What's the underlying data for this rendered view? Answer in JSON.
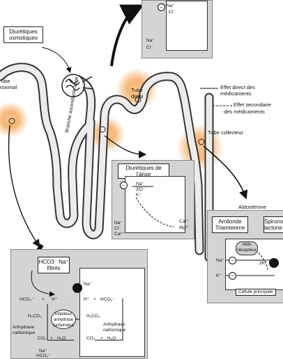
{
  "labels": {
    "osmotic": "Diurétiques osmotiques",
    "tube_left_1": "ube",
    "tube_left_2": "roximal",
    "tube_distal_1": "Tube",
    "tube_distal_2": "distal",
    "branche": "Branche ascendante large",
    "effet_direct_1": "Effet direct des",
    "effet_direct_2": "médicaments",
    "effet_second_1": "Effet secondaire",
    "effet_second_2": "des médicaments",
    "tube_collecteur": "Tube collecteur",
    "aldosterone": "Aldostérone",
    "amiloride_1": "Amiloride",
    "amiloride_2": "Triamterene",
    "spirono_1": "Spirono",
    "spirono_2": "lactone",
    "aldo_recepteur_1": "Aldo",
    "aldo_recepteur_2": "récepteur",
    "cellule_principale": "Cellule principale",
    "diuretiques_anse": "Diurétiques de l'anse",
    "hco3_filtres": "HCO3⁻  Na⁺",
    "filtres": "filtrés",
    "inhibiteur_1": "Inhibiteur",
    "inhibiteur_2": "anhydrase",
    "inhibiteur_3": "carbonique",
    "anhydrase_1": "Anhydrase",
    "anhydrase_2": "carbonique"
  },
  "ions": {
    "na": "Na⁺",
    "cl": "Cl⁻",
    "k": "K⁺",
    "two_cl": "2Cl⁻",
    "ca": "Ca²⁺",
    "mg": "Mg²⁺",
    "hco3": "HCO₃⁻",
    "h": "H⁺",
    "h2co3": "H₂CO₃",
    "co2": "CO₂",
    "h2o": "H₂O",
    "plus": "+",
    "minus": "−",
    "twok": "2K⁺",
    "tn": "Na⁺",
    "cap2": "Ca²⁺",
    "nah": "Na⁺",
    "hco3b": "HCO₃⁻",
    "mg2": "Mg²⁺",
    "ca2": "Ca²⁺"
  },
  "colors": {
    "glow": "#f2a04a",
    "tubule_fill": "#ececec",
    "tubule_stroke": "#333333",
    "panel": "#d4d4d4"
  }
}
